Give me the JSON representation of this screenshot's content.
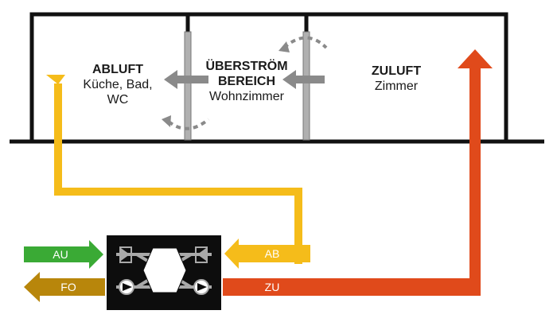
{
  "rooms": {
    "abluft": {
      "title": "ABLUFT",
      "desc_line1": "Küche, Bad,",
      "desc_line2": "WC"
    },
    "ueberstroem": {
      "title_line1": "ÜBERSTRÖM",
      "title_line2": "BEREICH",
      "desc": "Wohnzimmer"
    },
    "zuluft": {
      "title": "ZULUFT",
      "desc": "Zimmer"
    }
  },
  "flows": {
    "au": {
      "label": "AU",
      "color": "#3aaa35"
    },
    "fo": {
      "label": "FO",
      "color": "#b8860b"
    },
    "ab": {
      "label": "AB",
      "color": "#f5bc1a"
    },
    "zu": {
      "label": "ZU",
      "color": "#e04a1b"
    }
  },
  "colors": {
    "wall": "#111111",
    "door": "#b0b0b0",
    "flow_arrow": "#8a8a8a",
    "unit": "#0d0d0d"
  }
}
